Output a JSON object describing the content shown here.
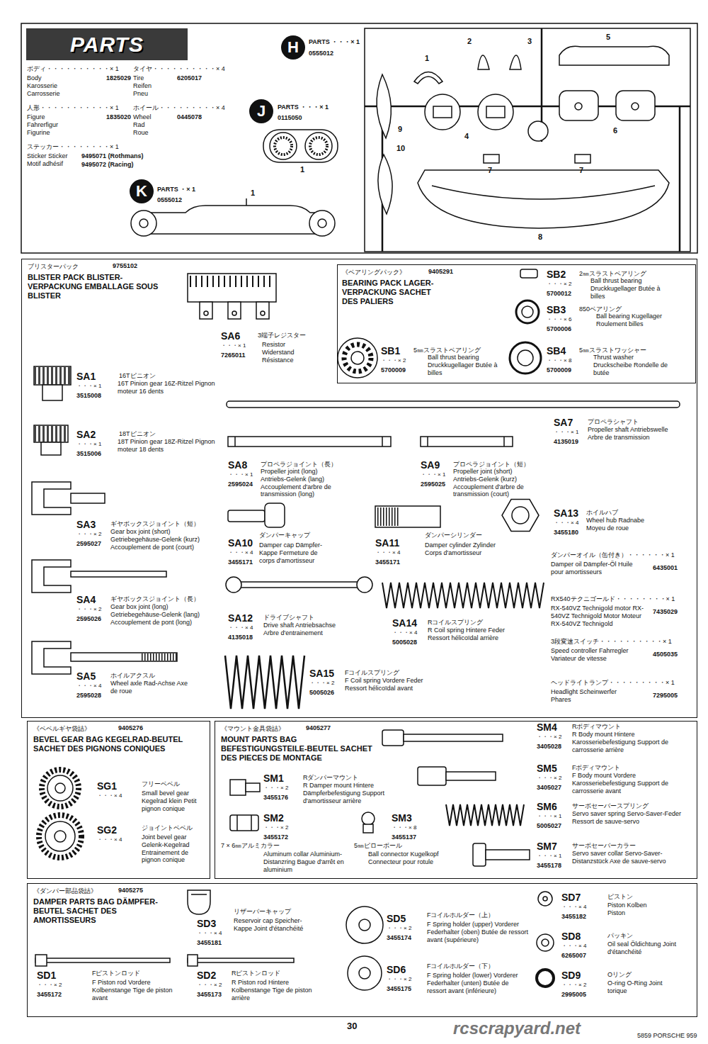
{
  "diagram": {
    "title": "PARTS",
    "nodes": [
      {
        "text": [
          "H"
        ]
      },
      {
        "text": [
          "J"
        ]
      },
      {
        "text": [
          "K"
        ]
      },
      {
        "text": [
          "ブリスターパック",
          "9755102",
          "BLISTER PACK BLISTER-VERPACKUNG EMBALLAGE SOUS BLISTER"
        ]
      },
      {
        "text": [
          "《ベアリングパック》",
          "9405291",
          "BEARING PACK LAGER-VERPACKUNG SACHET DES PALIERS"
        ],
        "in": 3
      },
      {
        "text": [
          "《ベベルギヤ袋詰》",
          "9405276",
          "BEVEL GEAR BAG KEGELRAD-BEUTEL SACHET DES PIGNONS CONIQUES"
        ]
      },
      {
        "text": [
          "《マウント金具袋詰》",
          "9405277",
          "MOUNT PARTS BAG BEFESTIGUNGSTEILE-BEUTEL SACHET DES PIECES DE MONTAGE"
        ]
      },
      {
        "text": [
          "《ダンパー部品袋詰》",
          "9405275",
          "DAMPER PARTS BAG DÄMPFER-BEUTEL SACHET DES AMORTISSEURS"
        ]
      }
    ],
    "labels": [
      "ボディ・・・・・・・・・・× 1",
      "Body Karosserie Carrosserie",
      "1825029",
      "タイヤ・・・・・・・・・・× 4",
      "Tire Reifen Pneu",
      "6205017",
      "人形・・・・・・・・・・・× 1",
      "Figure Fahrerfigur Figurine",
      "1835020",
      "ホイール・・・・・・・・・× 4",
      "Wheel Rad Roue",
      "0445078",
      "ステッカー・・・・・・・・× 1",
      "Sticker Sticker Motif adhésif",
      "9495071 (Rothmans)",
      "9495072 (Racing)",
      "PARTS ・・・× 1",
      "0555012",
      "PARTS ・・・× 1",
      "0115050",
      "1",
      "PARTS ・× 1",
      "0555012",
      "1",
      "1",
      "2",
      "3",
      "5",
      "9",
      "4",
      "6",
      "10",
      "7",
      "7",
      "8",
      "SA6",
      "3端子レジスター",
      "・・・× 1",
      "7265011",
      "Resistor Widerstand Résistance",
      "SB2",
      "2㎜スラストベアリング",
      "・・・× 2",
      "5700012",
      "Ball thrust bearing Druckkugellager Butée à billes",
      "SB3",
      "850ベアリング",
      "・・・× 6",
      "5700006",
      "Ball bearing Kugellager Roulement billes",
      "SB1",
      "5㎜スラストベアリング",
      "・・・× 2",
      "5700009",
      "Ball thrust bearing Druckkugellager Butée à billes",
      "SB4",
      "5㎜スラストワッシャー",
      "・・・× 8",
      "5700009",
      "Thrust washer Druckscheibe Rondelle de butée",
      "SA1",
      "16Tピニオン",
      "・・・× 1",
      "3515008",
      "16T Pinion gear 16Z-Ritzel Pignon moteur 16 dents",
      "SA2",
      "18Tピニオン",
      "・・・× 1",
      "3515006",
      "18T Pinion gear 18Z-Ritzel Pignon moteur 18 dents",
      "SA7",
      "プロペラシャフト",
      "・・・× 1",
      "4135019",
      "Propeller shaft Antriebswelle Arbre de transmission",
      "SA8",
      "プロペラジョイント（長）",
      "・・・× 1",
      "2595024",
      "Propeller joint (long) Antriebs-Gelenk (lang) Accouplement d'arbre de transmission (long)",
      "SA9",
      "プロペラジョイント（短）",
      "・・・× 1",
      "2595025",
      "Propeller joint (short) Antriebs-Gelenk (kurz) Accouplement d'arbre de transmission (court)",
      "SA3",
      "ギヤボックスジョイント（短）",
      "・・・× 2",
      "2595027",
      "Gear box joint (short) Getriebegehäuse-Gelenk (kurz) Accouplement de pont (court)",
      "SA10",
      "ダンパーキャップ",
      "・・・× 4",
      "3455171",
      "Damper cap Dämpfer-Kappe Fermeture de corps d'amortisseur",
      "SA11",
      "ダンパーシリンダー",
      "・・・× 4",
      "3455171",
      "Damper cylinder Zylinder Corps d'amortisseur",
      "SA13",
      "ホイルハブ",
      "・・・× 4",
      "3455180",
      "Wheel hub Radnabe Moyeu de roue",
      "ダンパーオイル（缶付き）・・・・・・× 1",
      "Damper oil Dämpfer-Öl Huile pour amortisseurs",
      "6435001",
      "RX540テクニゴールド・・・・・・・・× 1",
      "RX-540VZ Technigold motor RX-540VZ Technigold Motor Moteur RX-540VZ Technigold",
      "7435029",
      "3段変速スイッチ・・・・・・・・・・× 1",
      "Speed controller Fahrregler Variateur de vitesse",
      "4505035",
      "ヘッドライトランプ・・・・・・・・・× 1",
      "Headlight Scheinwerfer Phares",
      "7295005",
      "SA4",
      "ギヤボックスジョイント（長）",
      "・・・× 2",
      "2595026",
      "Gear box joint (long) Getriebegehäuse-Gelenk (lang) Accouplement de pont (long)",
      "SA12",
      "ドライブシャフト",
      "・・・× 4",
      "4135018",
      "Drive shaft Antriebsachse Arbre d'entrainement",
      "SA14",
      "Rコイルスプリング",
      "・・・× 4",
      "5005028",
      "R Coil spring Hintere Feder Ressort hélicoïdal arrière",
      "SA5",
      "ホイルアクスル",
      "・・・× 4",
      "2595028",
      "Wheel axle Rad-Achse Axe de roue",
      "SA15",
      "Fコイルスプリング",
      "・・・× 2",
      "5005026",
      "F Coil spring Vordere Feder Ressort hélicoïdal avant",
      "SG1",
      "フリーベベル",
      "・・・× 4",
      "Small bevel gear Kegelrad klein Petit pignon conique",
      "SG2",
      "ジョイントベベル",
      "・・・× 4",
      "Joint bevel gear Gelenk-Kegelrad Entrainement de pignon conique",
      "SM1",
      "Rダンパーマウント",
      "・・・× 2",
      "3455176",
      "R Damper mount Hintere Dämpferbefestigung Support d'amortisseur arrière",
      "SM2",
      "・・・× 2",
      "3455172",
      "7 × 6㎜アルミカラー",
      "Aluminum collar Aluminium-Distanzring Bague d'arrêt en aluminium",
      "SM3",
      "・・・× 8",
      "3455137",
      "5㎜ピローボール",
      "Ball connector Kugelkopf Connecteur pour rotule",
      "SM4",
      "Rボディマウント",
      "・・・× 2",
      "3405028",
      "R Body mount Hintere Karosseriebefestigung Support de carrosserie arrière",
      "SM5",
      "Fボディマウント",
      "・・・× 2",
      "3405027",
      "F Body mount Vordere Karosseriebefestigung Support de carrosserie avant",
      "SM6",
      "サーボセーバースプリング",
      "・・・× 1",
      "5005027",
      "Servo saver spring Servo-Saver-Feder Ressort de sauve-servo",
      "SM7",
      "サーボセーバーカラー",
      "・・・× 1",
      "3455178",
      "Servo saver collar Servo-Saver-Distanzstück Axe de sauve-servo",
      "SD3",
      "リザーバーキャップ",
      "・・・× 4",
      "3455181",
      "Reservoir cap Speicher-Kappe Joint d'étanchéité",
      "SD1",
      "・・・× 2",
      "3455172",
      "Fピストンロッド",
      "F Piston rod Vordere Kolbenstange Tige de piston avant",
      "SD2",
      "・・・× 2",
      "3455173",
      "Rピストンロッド",
      "R Piston rod Hintere Kolbenstange Tige de piston arrière",
      "SD5",
      "・・・× 2",
      "3455174",
      "Fコイルホルダー（上）",
      "F Spring holder (upper) Vorderer Federhalter (oben) Butée de ressort avant (supérieure)",
      "SD6",
      "・・・× 2",
      "3455175",
      "Fコイルホルダー（下）",
      "F Spring holder (lower) Vorderer Federhalter (unten) Butée de ressort avant (inférieure)",
      "SD7",
      "ピストン",
      "・・・× 4",
      "3455182",
      "Piston Kolben Piston",
      "SD8",
      "パッキン",
      "・・・× 4",
      "6265007",
      "Oil seal Öldichtung Joint d'étanchéité",
      "SD9",
      "Oリング",
      "・・・× 2",
      "2995005",
      "O-ring O-Ring Joint torique",
      "30",
      "5859 PORSCHE 959",
      "rcscrapyard.net"
    ]
  }
}
